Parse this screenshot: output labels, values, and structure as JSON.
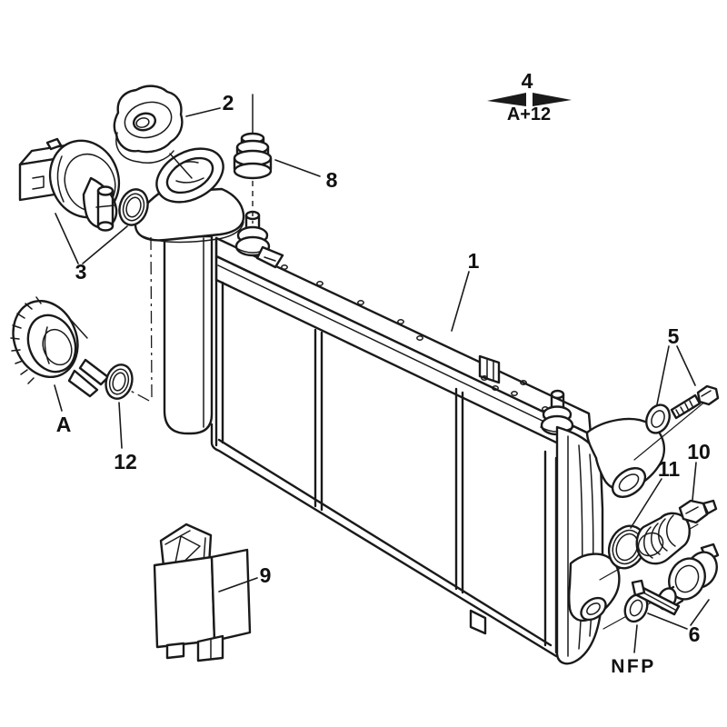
{
  "diagram": {
    "description": "Radiator exploded-parts line diagram",
    "colors": {
      "line": "#1a1a1a",
      "background": "#ffffff"
    },
    "callouts": {
      "c1": {
        "label": "1"
      },
      "c2": {
        "label": "2"
      },
      "c3": {
        "label": "3"
      },
      "c4": {
        "label": "4"
      },
      "c4b": {
        "label": "A+12"
      },
      "c5": {
        "label": "5"
      },
      "c6": {
        "label": "6"
      },
      "c8": {
        "label": "8"
      },
      "c9": {
        "label": "9"
      },
      "c10": {
        "label": "10"
      },
      "c11": {
        "label": "11"
      },
      "c12": {
        "label": "12"
      },
      "cA": {
        "label": "A"
      },
      "nfp": {
        "label": "NFP"
      }
    }
  }
}
